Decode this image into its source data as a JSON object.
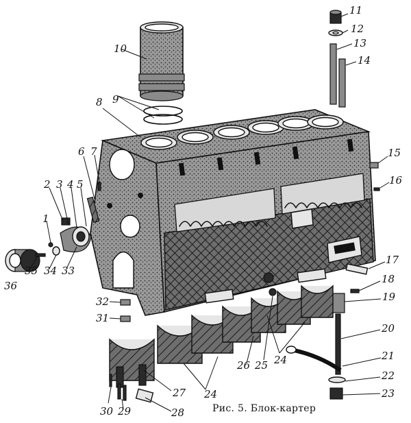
{
  "figure": {
    "caption": "Рис. 5. Блок-картер",
    "callouts": [
      "1",
      "2",
      "3",
      "4",
      "5",
      "6",
      "7",
      "8",
      "9",
      "10",
      "11",
      "12",
      "13",
      "14",
      "15",
      "16",
      "17",
      "18",
      "19",
      "20",
      "21",
      "22",
      "23",
      "24",
      "24",
      "25",
      "26",
      "27",
      "28",
      "29",
      "30",
      "31",
      "32",
      "33",
      "34",
      "35",
      "36"
    ]
  },
  "colors": {
    "ink": "#111111",
    "paper": "#ffffff"
  }
}
